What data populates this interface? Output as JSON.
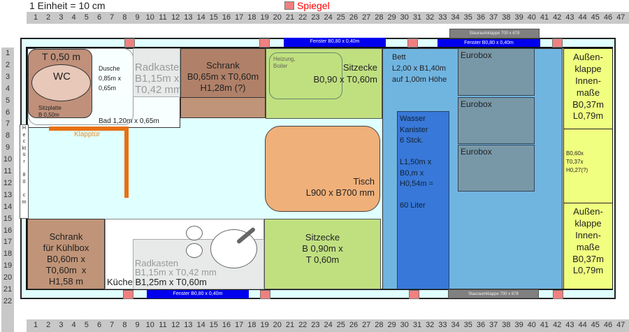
{
  "legend": {
    "scale": "1 Einheit = 10 cm",
    "mirror": "Spiegel",
    "mirror_color": "#f08080"
  },
  "ruler_top": [
    "1",
    "2",
    "3",
    "4",
    "5",
    "6",
    "7",
    "8",
    "9",
    "10",
    "11",
    "12",
    "13",
    "14",
    "15",
    "16",
    "17",
    "18",
    "19",
    "20",
    "21",
    "22",
    "23",
    "24",
    "25",
    "26",
    "27",
    "28",
    "29",
    "30",
    "31",
    "32",
    "33",
    "34",
    "35",
    "36",
    "37",
    "38",
    "39",
    "40",
    "41",
    "42",
    "43",
    "44",
    "45",
    "46",
    "47"
  ],
  "ruler_left": [
    "1",
    "2",
    "3",
    "4",
    "5",
    "6",
    "7",
    "8",
    "9",
    "10",
    "11",
    "12",
    "13",
    "14",
    "15",
    "16",
    "17",
    "18",
    "19",
    "20",
    "21",
    "22"
  ],
  "windows": {
    "top_left": "Fenster B0,80 x 0,40m",
    "top_right": "Fenster B0,80 x 0,40m",
    "bottom": "Fenster B0,80 x 0,40m"
  },
  "stauraum": {
    "top": "Stauraumklappe 700 x 678",
    "bottom": "Stauraumklappe 700 x 678"
  },
  "bad": {
    "wc_depth": "T 0,50 m",
    "wc": "WC",
    "sitzplatte": "Sitzplatte\nB 0,50m",
    "dusche": "Dusche\n0,85m x\n0,65m",
    "label": "Bad 1,20m x 0,65m"
  },
  "radkasten_top": "Radkasten\nB1,15m x\nT0,42 mm",
  "schrank_top": "Schrank\nB0,65m x T0,60m\nH1,28m (?)",
  "sitzecke_top": {
    "heizung": "Heizung,\nBoiler",
    "label": "Sitzecke\nB0,90 x T0,60m"
  },
  "bett": "Bett\nL2,00 x B1,40m\nauf 1,00m Höhe",
  "eurobox": [
    "Eurobox",
    "Eurobox",
    "Eurobox"
  ],
  "wasser": "Wasser\nKanister\n6 Stck.\n\nL1,50m x\nB0,m x\nH0,54m =\n\n60 Liter",
  "aussenklappe_top": "Außen-\nklappe\nInnen-\nmaße\nB0,37m\nL0,79m",
  "aussen_mid": "B0,60x\nT0,37x\nH0,27(?)",
  "aussenklappe_bottom": "Außen-\nklappe\nInnen-\nmaße\nB0,37m\nL0,79m",
  "hecktuer": "H\ne\nc\nkt\nü\nr\n\n8\n0\n\nc\nm",
  "klapptuer": "Klapptür",
  "tisch": "Tisch\nL900 x B700 mm",
  "schrank_kuehlbox": "Schrank\nfür Kühlbox\nB0,60m x\nT0,60m  x\nH1,58 m",
  "radkasten_bottom": "Radkasten\nB1,15m x T0,42 mm",
  "kueche": "Küche B1,25m x T0,60m",
  "sitzecke_bottom": "Sitzecke\nB 0,90m x\nT 0,60m"
}
